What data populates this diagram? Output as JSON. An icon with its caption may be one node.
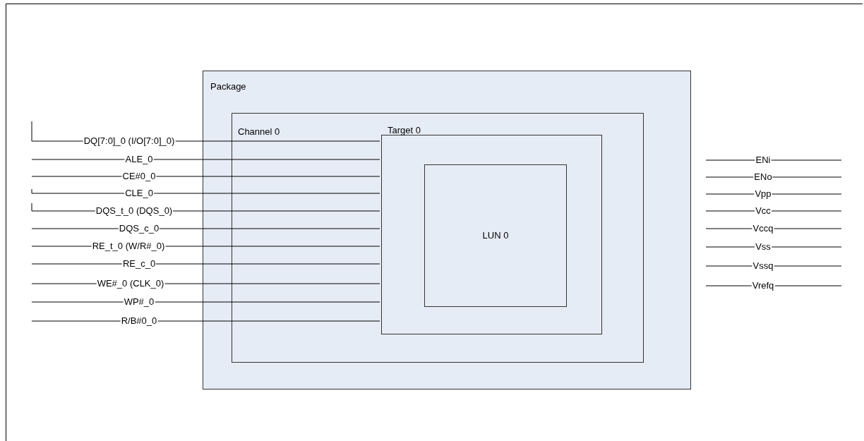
{
  "diagram": {
    "nodes": [
      {
        "text": [
          "Package"
        ]
      },
      {
        "text": [
          "Channel 0"
        ],
        "in": 0
      },
      {
        "text": [
          "Target 0"
        ],
        "in": 1
      },
      {
        "text": [
          "LUN 0"
        ],
        "in": 2
      }
    ],
    "edges": [
      {
        "from": null,
        "to": 2,
        "arrow": "none",
        "label": "DQ[7:0]_0 (I/O[7:0]_0)"
      },
      {
        "from": null,
        "to": 2,
        "arrow": "none",
        "label": "ALE_0"
      },
      {
        "from": null,
        "to": 2,
        "arrow": "none",
        "label": "CE#0_0"
      },
      {
        "from": null,
        "to": 2,
        "arrow": "none",
        "label": "CLE_0"
      },
      {
        "from": null,
        "to": 2,
        "arrow": "none",
        "label": "DQS_t_0 (DQS_0)"
      },
      {
        "from": null,
        "to": 2,
        "arrow": "none",
        "label": "DQS_c_0"
      },
      {
        "from": null,
        "to": 2,
        "arrow": "none",
        "label": "RE_t_0 (W/R#_0)"
      },
      {
        "from": null,
        "to": 2,
        "arrow": "none",
        "label": "RE_c_0"
      },
      {
        "from": null,
        "to": 2,
        "arrow": "none",
        "label": "WE#_0 (CLK_0)"
      },
      {
        "from": null,
        "to": 2,
        "arrow": "none",
        "label": "WP#_0"
      },
      {
        "from": null,
        "to": 2,
        "arrow": "none",
        "label": "R/B#0_0"
      }
    ],
    "labels": [
      "ENi",
      "ENo",
      "Vpp",
      "Vcc",
      "Vccq",
      "Vss",
      "Vssq",
      "Vrefq"
    ]
  }
}
